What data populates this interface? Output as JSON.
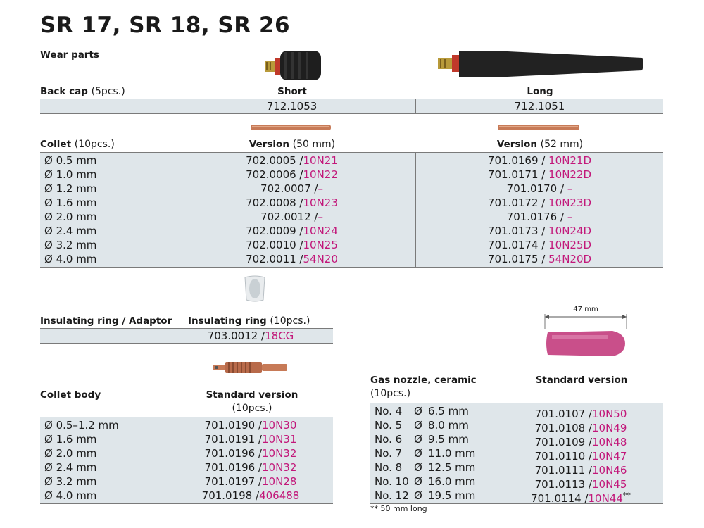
{
  "title": "SR 17, SR 18, SR 26",
  "subtitle": "Wear parts",
  "back_cap": {
    "label": "Back cap",
    "qty": "(5pcs.)",
    "short_label": "Short",
    "long_label": "Long",
    "short_code": "712.1053",
    "long_code": "712.1051"
  },
  "collet": {
    "label": "Collet",
    "qty": "(10pcs.)",
    "v1_label": "Version",
    "v1_len": "(50 mm)",
    "v2_label": "Version",
    "v2_len": "(52 mm)",
    "rows": [
      {
        "size": "Ø 0.5 mm",
        "c1": "702.0005 /",
        "a1": "10N21",
        "c2": "701.0169 /",
        "a2": "10N21D"
      },
      {
        "size": "Ø 1.0 mm",
        "c1": "702.0006 /",
        "a1": "10N22",
        "c2": "701.0171 /",
        "a2": "10N22D"
      },
      {
        "size": "Ø 1.2 mm",
        "c1": "702.0007 /",
        "a1": "–",
        "c2": "701.0170 /",
        "a2": "–"
      },
      {
        "size": "Ø 1.6 mm",
        "c1": "702.0008 /",
        "a1": "10N23",
        "c2": "701.0172 /",
        "a2": "10N23D"
      },
      {
        "size": "Ø 2.0 mm",
        "c1": "702.0012 /",
        "a1": "–",
        "c2": "701.0176 /",
        "a2": "–"
      },
      {
        "size": "Ø 2.4 mm",
        "c1": "702.0009 /",
        "a1": "10N24",
        "c2": "701.0173 /",
        "a2": "10N24D"
      },
      {
        "size": "Ø 3.2 mm",
        "c1": "702.0010 /",
        "a1": "10N25",
        "c2": "701.0174 /",
        "a2": "10N25D"
      },
      {
        "size": "Ø 4.0 mm",
        "c1": "702.0011 /",
        "a1": "54N20",
        "c2": "701.0175 /",
        "a2": "54N20D"
      }
    ]
  },
  "ins_ring": {
    "label": "Insulating ring / Adaptor",
    "col_label": "Insulating ring",
    "qty": "(10pcs.)",
    "code": "703.0012 /",
    "alt": "18CG"
  },
  "collet_body": {
    "label": "Collet body",
    "col_label": "Standard version",
    "qty": "(10pcs.)",
    "rows": [
      {
        "size": "Ø 0.5–1.2 mm",
        "code": "701.0190 /",
        "alt": "10N30"
      },
      {
        "size": "Ø 1.6 mm",
        "code": "701.0191 /",
        "alt": "10N31"
      },
      {
        "size": "Ø 2.0 mm",
        "code": "701.0196 /",
        "alt": "10N32"
      },
      {
        "size": "Ø 2.4 mm",
        "code": "701.0196 /",
        "alt": "10N32"
      },
      {
        "size": "Ø 3.2 mm",
        "code": "701.0197 /",
        "alt": "10N28"
      },
      {
        "size": "Ø 4.0 mm",
        "code": "701.0198 /",
        "alt": "406488"
      }
    ]
  },
  "gas_nozzle": {
    "label": "Gas nozzle, ceramic",
    "qty": "(10pcs.)",
    "col_label": "Standard version",
    "dimension": "47 mm",
    "rows": [
      {
        "no": "No. 4",
        "dia": "Ø",
        "size": "6.5 mm",
        "code": "701.0107 /",
        "alt": "10N50",
        "mark": ""
      },
      {
        "no": "No. 5",
        "dia": "Ø",
        "size": "8.0 mm",
        "code": "701.0108 /",
        "alt": "10N49",
        "mark": ""
      },
      {
        "no": "No. 6",
        "dia": "Ø",
        "size": "9.5 mm",
        "code": "701.0109 /",
        "alt": "10N48",
        "mark": ""
      },
      {
        "no": "No. 7",
        "dia": "Ø",
        "size": "11.0 mm",
        "code": "701.0110 /",
        "alt": "10N47",
        "mark": ""
      },
      {
        "no": "No. 8",
        "dia": "Ø",
        "size": "12.5 mm",
        "code": "701.0111 /",
        "alt": "10N46",
        "mark": ""
      },
      {
        "no": "No. 10",
        "dia": "Ø",
        "size": "16.0 mm",
        "code": "701.0113 /",
        "alt": "10N45",
        "mark": ""
      },
      {
        "no": "No. 12",
        "dia": "Ø",
        "size": "19.5 mm",
        "code": "701.0114 /",
        "alt": "10N44",
        "mark": "**"
      }
    ],
    "footnote": "** 50 mm long"
  },
  "colors": {
    "accent": "#c2187a",
    "table_bg": "#dfe6ea",
    "rule": "#7a7a7a"
  }
}
